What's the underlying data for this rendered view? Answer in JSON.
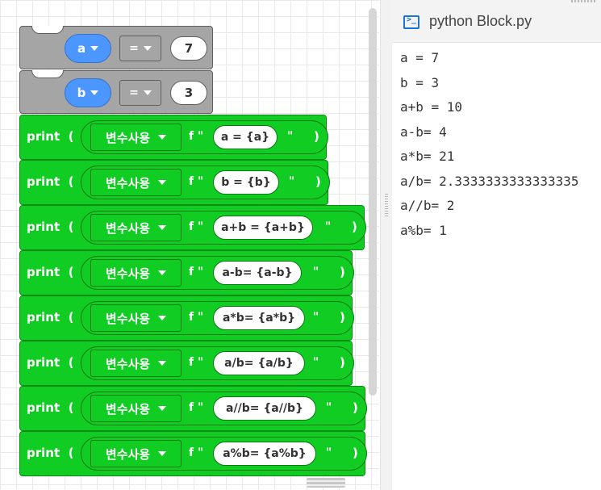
{
  "workspace": {
    "assign_blocks": [
      {
        "var": "a",
        "op": "=",
        "value": "7"
      },
      {
        "var": "b",
        "op": "=",
        "value": "3"
      }
    ],
    "print_blocks": [
      {
        "label": "print  (",
        "var_label": "변수사용",
        "f_prefix": "f \"",
        "text": "a = {a}",
        "end_quote": "\"",
        "close": ")"
      },
      {
        "label": "print  (",
        "var_label": "변수사용",
        "f_prefix": "f \"",
        "text": "b = {b}",
        "end_quote": "\"",
        "close": ")"
      },
      {
        "label": "print  (",
        "var_label": "변수사용",
        "f_prefix": "f \"",
        "text": "a+b = {a+b}",
        "end_quote": "\"",
        "close": ")"
      },
      {
        "label": "print  (",
        "var_label": "변수사용",
        "f_prefix": "f \"",
        "text": "a-b= {a-b}",
        "end_quote": "\"",
        "close": ")"
      },
      {
        "label": "print  (",
        "var_label": "변수사용",
        "f_prefix": "f \"",
        "text": "a*b= {a*b}",
        "end_quote": "\"",
        "close": ")"
      },
      {
        "label": "print  (",
        "var_label": "변수사용",
        "f_prefix": "f \"",
        "text": "a/b= {a/b}",
        "end_quote": "\"",
        "close": ")"
      },
      {
        "label": "print  (",
        "var_label": "변수사용",
        "f_prefix": "f \"",
        "text": "a//b= {a//b}",
        "end_quote": "\"",
        "close": ")"
      },
      {
        "label": "print  (",
        "var_label": "변수사용",
        "f_prefix": "f \"",
        "text": "a%b= {a%b}",
        "end_quote": "\"",
        "close": ")"
      }
    ]
  },
  "code_panel": {
    "icon": "terminal-icon",
    "title": "python Block.py",
    "output_lines": [
      "a = 7",
      "b = 3",
      "a+b = 10",
      "a-b= 4",
      "a*b= 21",
      "a/b= 2.3333333333333335",
      "a//b= 2",
      "a%b= 1"
    ]
  },
  "colors": {
    "print_block": "#11cc22",
    "assign_block": "#a5a5a5",
    "variable_dropdown": "#4c97ff",
    "icon_accent": "#1976d2"
  }
}
